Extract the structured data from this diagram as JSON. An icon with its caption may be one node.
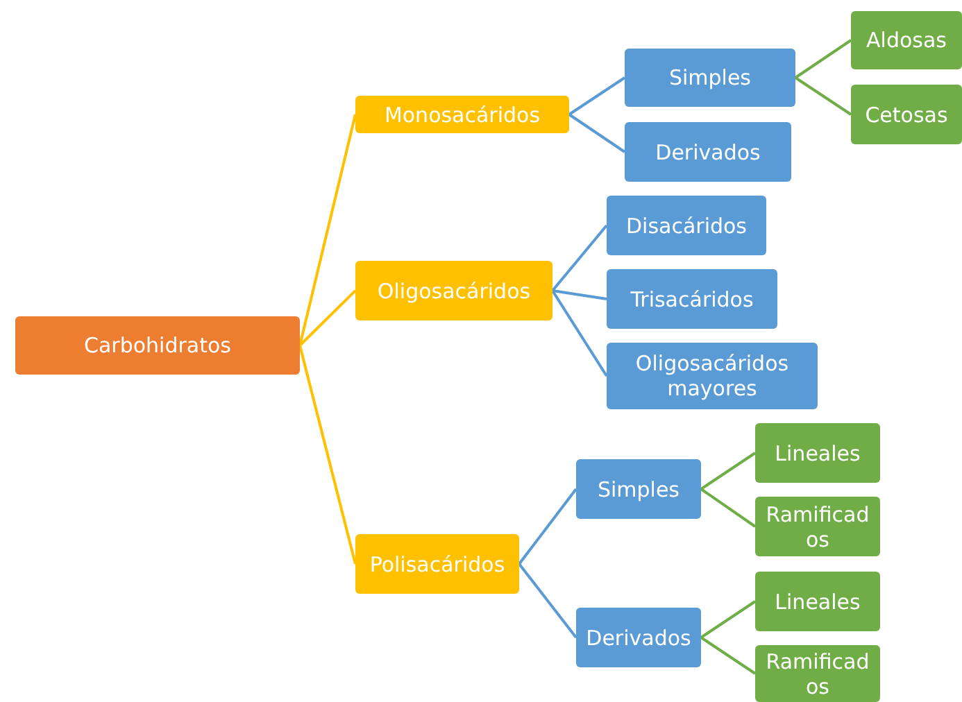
{
  "diagram": {
    "nodes": [
      {
        "text": [
          "Carbohidratos"
        ]
      },
      {
        "text": [
          "Monosacáridos"
        ]
      },
      {
        "text": [
          "Simples"
        ]
      },
      {
        "text": [
          "Aldosas"
        ]
      },
      {
        "text": [
          "Cetosas"
        ]
      },
      {
        "text": [
          "Derivados"
        ]
      },
      {
        "text": [
          "Oligosacáridos"
        ]
      },
      {
        "text": [
          "Disacáridos"
        ]
      },
      {
        "text": [
          "Trisacáridos"
        ]
      },
      {
        "text": [
          "Oligosacáridos mayores"
        ]
      },
      {
        "text": [
          "Polisacáridos"
        ]
      },
      {
        "text": [
          "Simples"
        ]
      },
      {
        "text": [
          "Lineales"
        ]
      },
      {
        "text": [
          "Ramificados"
        ]
      },
      {
        "text": [
          "Derivados"
        ]
      },
      {
        "text": [
          "Lineales"
        ]
      },
      {
        "text": [
          "Ramificados"
        ]
      }
    ],
    "edges": [
      {
        "from": 0,
        "to": 1,
        "arrow": "none",
        "color": "#ffc000"
      },
      {
        "from": 0,
        "to": 6,
        "arrow": "none",
        "color": "#ffc000"
      },
      {
        "from": 0,
        "to": 10,
        "arrow": "none",
        "color": "#ffc000"
      },
      {
        "from": 1,
        "to": 2,
        "arrow": "none"
      },
      {
        "from": 1,
        "to": 5,
        "arrow": "none"
      },
      {
        "from": 2,
        "to": 3,
        "arrow": "none",
        "color": "#70ad47"
      },
      {
        "from": 2,
        "to": 4,
        "arrow": "none",
        "color": "#70ad47"
      },
      {
        "from": 6,
        "to": 7,
        "arrow": "none"
      },
      {
        "from": 6,
        "to": 8,
        "arrow": "none"
      },
      {
        "from": 6,
        "to": 9,
        "arrow": "none"
      },
      {
        "from": 10,
        "to": 11,
        "arrow": "none"
      },
      {
        "from": 10,
        "to": 14,
        "arrow": "none"
      },
      {
        "from": 11,
        "to": 12,
        "arrow": "none",
        "color": "#70ad47"
      },
      {
        "from": 11,
        "to": 13,
        "arrow": "none",
        "color": "#70ad47"
      },
      {
        "from": 14,
        "to": 15,
        "arrow": "none",
        "color": "#70ad47"
      },
      {
        "from": 14,
        "to": 16,
        "arrow": "none",
        "color": "#70ad47"
      }
    ]
  }
}
